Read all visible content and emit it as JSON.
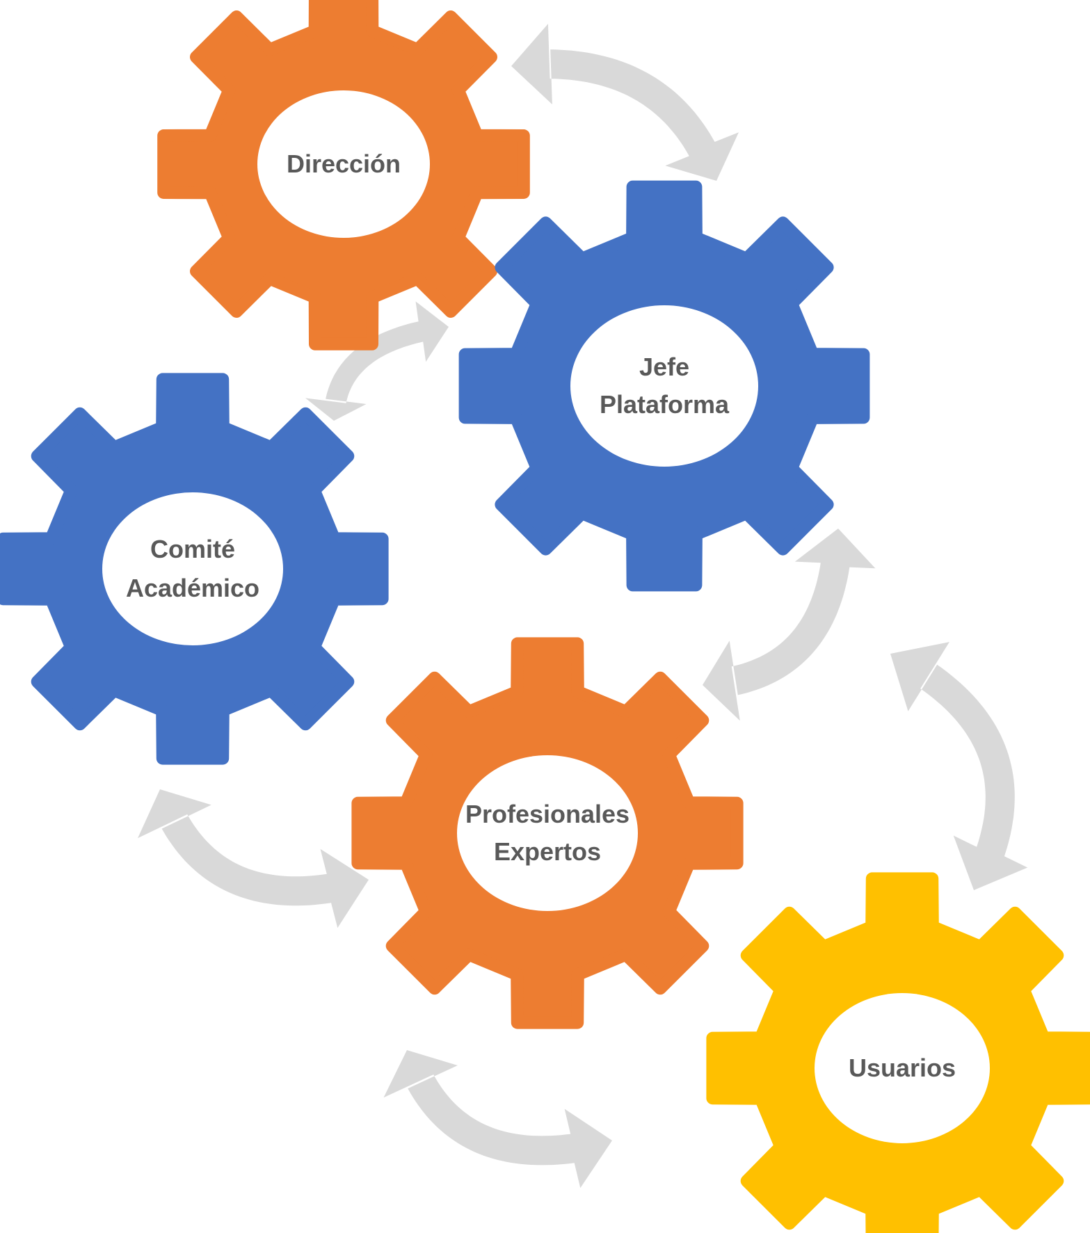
{
  "colors": {
    "orange": "#ED7D31",
    "blue": "#4472C4",
    "yellow": "#FFC000",
    "arrow": "#D9D9D9",
    "label": "#595959",
    "hole": "#FFFFFF"
  },
  "gears": [
    {
      "id": "direccion",
      "color": "#ED7D31",
      "lines": [
        "Dirección"
      ]
    },
    {
      "id": "jefe-plataforma",
      "color": "#4472C4",
      "lines": [
        "Jefe",
        "Plataforma"
      ]
    },
    {
      "id": "comite-academico",
      "color": "#4472C4",
      "lines": [
        "Comité",
        "Académico"
      ]
    },
    {
      "id": "profesionales-expertos",
      "color": "#ED7D31",
      "lines": [
        "Profesionales",
        "Expertos"
      ]
    },
    {
      "id": "usuarios",
      "color": "#FFC000",
      "lines": [
        "Usuarios"
      ]
    }
  ],
  "connections": [
    {
      "from": "direccion",
      "to": "jefe-plataforma",
      "bidirectional": true
    },
    {
      "from": "jefe-plataforma",
      "to": "comite-academico",
      "bidirectional": true
    },
    {
      "from": "jefe-plataforma",
      "to": "profesionales-expertos",
      "bidirectional": true
    },
    {
      "from": "comite-academico",
      "to": "profesionales-expertos",
      "bidirectional": true
    },
    {
      "from": "usuarios",
      "to": "usuarios-upper",
      "bidirectional": true
    },
    {
      "from": "profesionales-expertos",
      "to": "usuarios",
      "bidirectional": true
    }
  ]
}
